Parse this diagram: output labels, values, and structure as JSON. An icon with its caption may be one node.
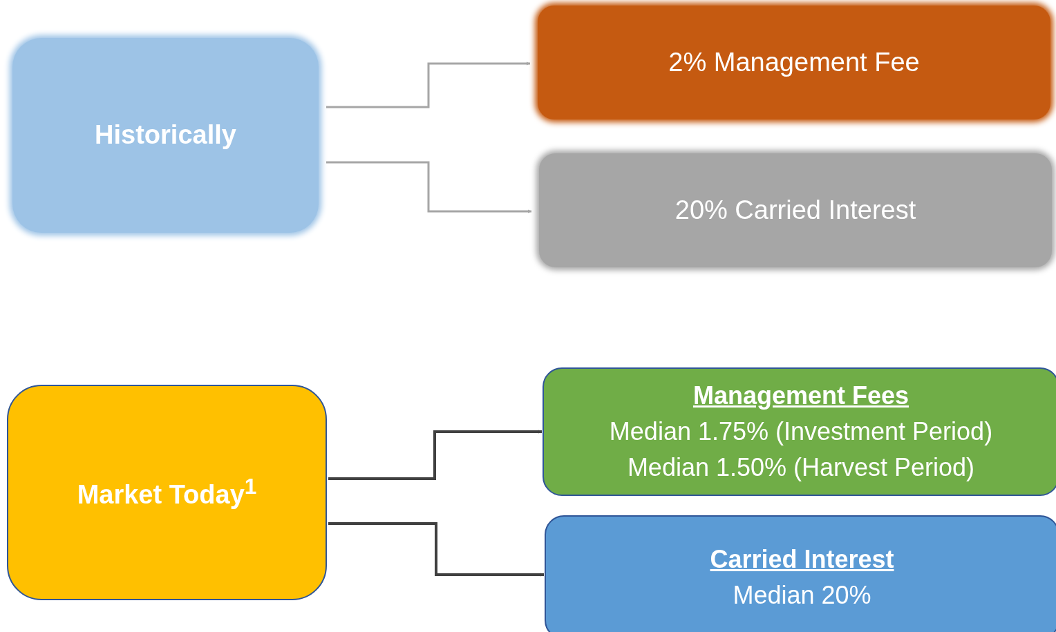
{
  "diagram": {
    "nodes": [
      {
        "text": [
          "Historically"
        ]
      },
      {
        "text": [
          "2% Management Fee"
        ]
      },
      {
        "text": [
          "20% Carried Interest"
        ]
      },
      {
        "text": [
          "Market Today$^{1}$"
        ]
      },
      {
        "text": [
          "Management Fees",
          "Median 1.75% (Investment Period)",
          "Median 1.50% (Harvest Period)"
        ]
      },
      {
        "text": [
          "Carried Interest",
          "Median 20%"
        ]
      }
    ],
    "edges": [
      {
        "from": 0,
        "to": 1,
        "arrow": "to",
        "color": "#a6a6a6"
      },
      {
        "from": 0,
        "to": 2,
        "arrow": "to",
        "color": "#a6a6a6"
      },
      {
        "from": 3,
        "to": 4,
        "arrow": "to",
        "color": "#404040"
      },
      {
        "from": 3,
        "to": 5,
        "arrow": "to",
        "color": "#404040"
      }
    ]
  }
}
